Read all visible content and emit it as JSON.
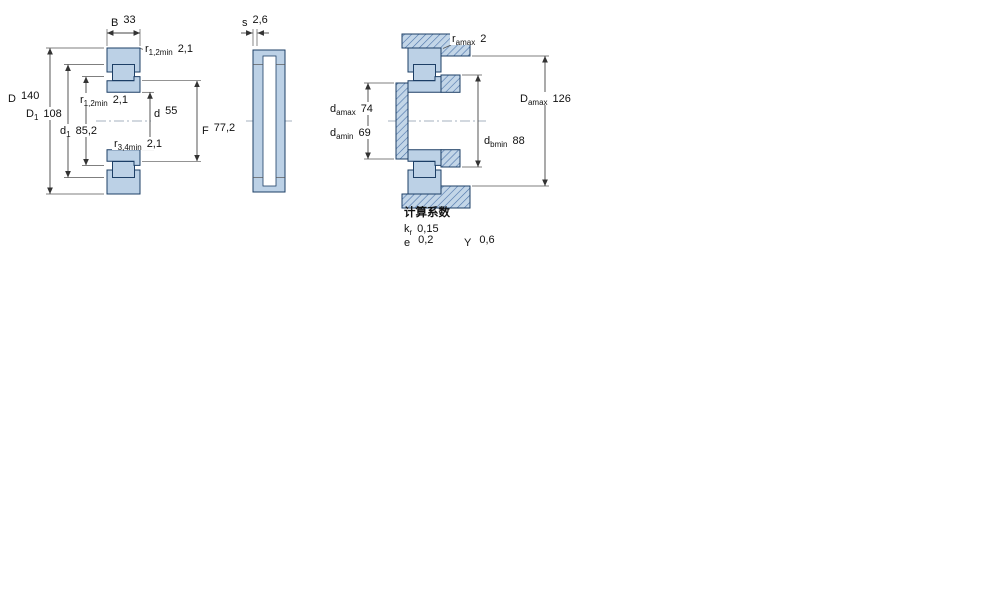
{
  "diagram": {
    "type": "bearing-technical-drawing",
    "colors": {
      "ring_fill": "#bcd1e6",
      "outline": "#1d3f66",
      "hatch_line": "#4a72a8",
      "dimension_line": "#444444",
      "text": "#111111",
      "background": "#ffffff"
    },
    "dims": {
      "B": {
        "sym": "B",
        "sub": "",
        "val": "33"
      },
      "s": {
        "sym": "s",
        "sub": "",
        "val": "2,6"
      },
      "r12_top": {
        "sym": "r",
        "sub": "1,2min",
        "val": "2,1"
      },
      "D": {
        "sym": "D",
        "sub": "",
        "val": "140"
      },
      "D1": {
        "sym": "D",
        "sub": "1",
        "val": "108"
      },
      "r12_mid": {
        "sym": "r",
        "sub": "1,2min",
        "val": "2,1"
      },
      "d1": {
        "sym": "d",
        "sub": "1",
        "val": "85,2"
      },
      "d": {
        "sym": "d",
        "sub": "",
        "val": "55"
      },
      "r34": {
        "sym": "r",
        "sub": "3,4min",
        "val": "2,1"
      },
      "F": {
        "sym": "F",
        "sub": "",
        "val": "77,2"
      },
      "ramax": {
        "sym": "r",
        "sub": "amax",
        "val": "2"
      },
      "damax": {
        "sym": "d",
        "sub": "amax",
        "val": "74"
      },
      "damin": {
        "sym": "d",
        "sub": "amin",
        "val": "69"
      },
      "Damax": {
        "sym": "D",
        "sub": "amax",
        "val": "126"
      },
      "dbmin": {
        "sym": "d",
        "sub": "bmin",
        "val": "88"
      }
    },
    "calc": {
      "title": "计算系数",
      "kr": {
        "sym": "k",
        "sub": "r",
        "val": "0,15"
      },
      "e": {
        "sym": "e",
        "sub": "",
        "val": "0,2"
      },
      "Y": {
        "sym": "Y",
        "sub": "",
        "val": "0,6"
      }
    }
  }
}
